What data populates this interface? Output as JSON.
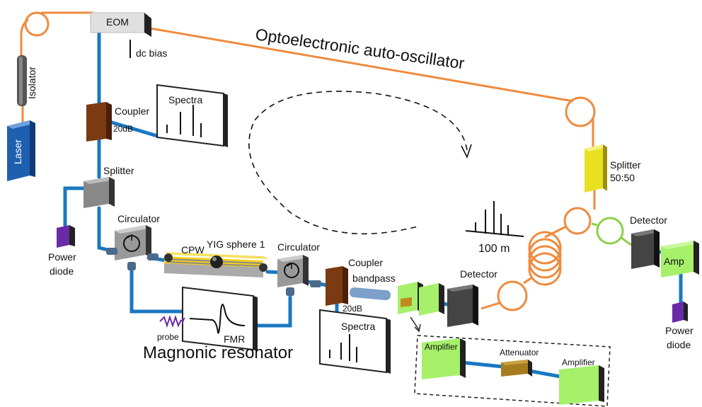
{
  "title": "Optoelectronic auto-oscillator",
  "subtitle": "Magnonic resonator",
  "components": {
    "eom": "EOM",
    "dc_bias": "dc bias",
    "isolator": "Isolator",
    "laser": "Laser",
    "coupler_top": "Coupler",
    "coupler_top_db": "20dB",
    "spectra_top": "Spectra",
    "splitter_left": "Splitter",
    "power_diode_left_1": "Power",
    "power_diode_left_2": "diode",
    "circulator_left": "Circulator",
    "cpw": "CPW",
    "yig": "YIG sphere 1",
    "circulator_right": "Circulator",
    "coupler_mid": "Coupler",
    "bandpass": "bandpass",
    "coupler_mid_db": "20dB",
    "spectra_mid": "Spectra",
    "fmr": "FMR",
    "probe": "probe",
    "detector_mid": "Detector",
    "fiber_length": "100 m",
    "splitter_right_1": "Splitter",
    "splitter_right_2": "50:50",
    "detector_right": "Detector",
    "amp": "Amp",
    "power_diode_right_1": "Power",
    "power_diode_right_2": "diode",
    "inset_amplifier_1": "Amplifier",
    "inset_attenuator": "Attenuator",
    "inset_amplifier_2": "Amplifier"
  },
  "colors": {
    "optical_fiber": "#f08a3c",
    "rf_cable": "#1a78c2",
    "green_fiber": "#8bd04a",
    "amp_green": "#a6f06a",
    "laser_blue": "#1f5fb0",
    "coupler_brown": "#7a3a12",
    "splitter_yellow": "#e8e020",
    "cpw_yellow": "#f5d020",
    "attenuator_tan": "#a67c1e",
    "power_diode_purple": "#6a2aa8"
  }
}
